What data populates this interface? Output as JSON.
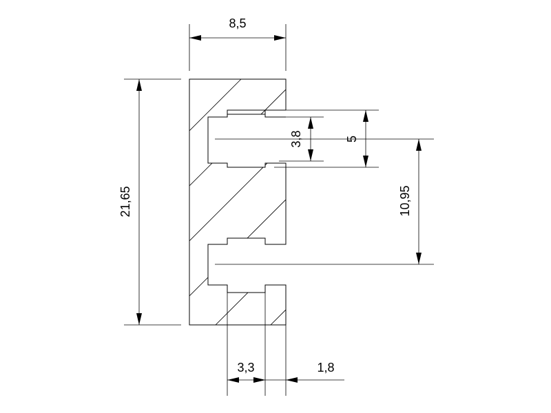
{
  "dimensions": {
    "width_top": "8,5",
    "height_total": "21,65",
    "slot_inner": "3,8",
    "slot_outer": "5",
    "slot_spacing": "10,95",
    "groove_depth": "3,3",
    "lip_thickness": "1,8"
  }
}
